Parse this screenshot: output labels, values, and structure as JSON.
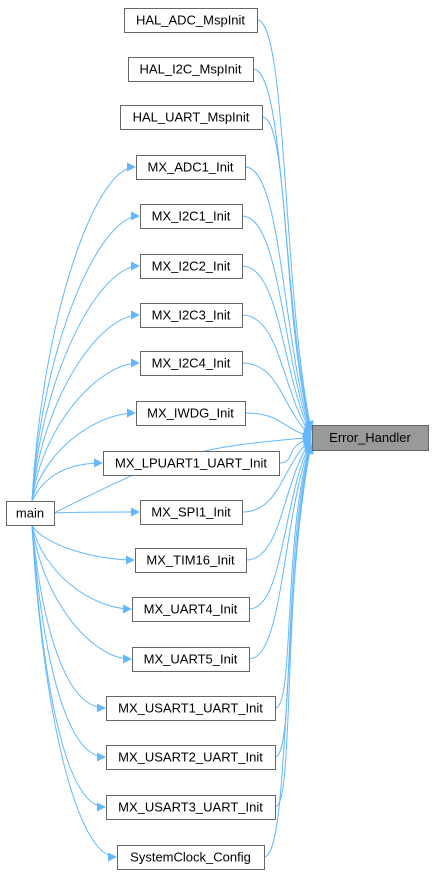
{
  "diagram": {
    "colors": {
      "node_fill": "#ffffff",
      "node_stroke": "#666666",
      "target_fill": "#999999",
      "target_stroke": "#666666",
      "edge": "#63b8ff"
    },
    "target": {
      "id": "error_handler",
      "label": "Error_Handler"
    },
    "caller": {
      "id": "main",
      "label": "main"
    },
    "nodes": [
      {
        "id": "hal_adc_mspinit",
        "label": "HAL_ADC_MspInit",
        "called_by_main": false
      },
      {
        "id": "hal_i2c_mspinit",
        "label": "HAL_I2C_MspInit",
        "called_by_main": false
      },
      {
        "id": "hal_uart_mspinit",
        "label": "HAL_UART_MspInit",
        "called_by_main": false
      },
      {
        "id": "mx_adc1_init",
        "label": "MX_ADC1_Init",
        "called_by_main": true
      },
      {
        "id": "mx_i2c1_init",
        "label": "MX_I2C1_Init",
        "called_by_main": true
      },
      {
        "id": "mx_i2c2_init",
        "label": "MX_I2C2_Init",
        "called_by_main": true
      },
      {
        "id": "mx_i2c3_init",
        "label": "MX_I2C3_Init",
        "called_by_main": true
      },
      {
        "id": "mx_i2c4_init",
        "label": "MX_I2C4_Init",
        "called_by_main": true
      },
      {
        "id": "mx_iwdg_init",
        "label": "MX_IWDG_Init",
        "called_by_main": true
      },
      {
        "id": "mx_lpuart1_uart_init",
        "label": "MX_LPUART1_UART_Init",
        "called_by_main": true
      },
      {
        "id": "mx_spi1_init",
        "label": "MX_SPI1_Init",
        "called_by_main": true
      },
      {
        "id": "mx_tim16_init",
        "label": "MX_TIM16_Init",
        "called_by_main": true
      },
      {
        "id": "mx_uart4_init",
        "label": "MX_UART4_Init",
        "called_by_main": true
      },
      {
        "id": "mx_uart5_init",
        "label": "MX_UART5_Init",
        "called_by_main": true
      },
      {
        "id": "mx_usart1_uart_init",
        "label": "MX_USART1_UART_Init",
        "called_by_main": true
      },
      {
        "id": "mx_usart2_uart_init",
        "label": "MX_USART2_UART_Init",
        "called_by_main": true
      },
      {
        "id": "mx_usart3_uart_init",
        "label": "MX_USART3_UART_Init",
        "called_by_main": true
      },
      {
        "id": "systemclock_config",
        "label": "SystemClock_Config",
        "called_by_main": true
      }
    ]
  }
}
